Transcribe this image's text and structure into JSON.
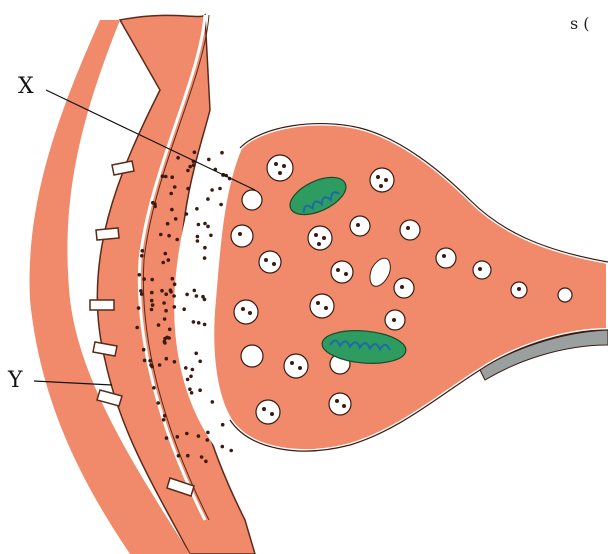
{
  "labels": {
    "x": "X",
    "y": "Y",
    "corner_fragment": "s ("
  },
  "colors": {
    "tissue": "#f08a6a",
    "tissue_dark": "#e0704f",
    "membrane_edge": "#5a2a1a",
    "cleft": "#ffffff",
    "mitochondria_outer": "#2e9b60",
    "mitochondria_inner": "#1e6aa8",
    "dots": "#3a1a12",
    "background": "#ffffff"
  },
  "icons": {
    "vesicle": "vesicle-circle",
    "mitochondrion": "mitochondrion-oval"
  }
}
